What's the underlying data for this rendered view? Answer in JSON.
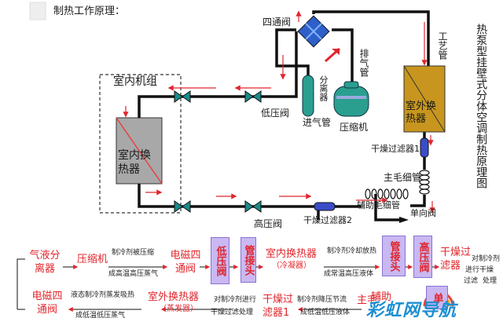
{
  "header": {
    "title": "制热工作原理："
  },
  "side_title": "热泵型挂壁式分体空调制热原理图",
  "upper": {
    "four_way_valve": "四通阀",
    "indoor_unit": "室内机组",
    "indoor_hx": "室内换热器",
    "outdoor_hx": "室外换热器",
    "low_pressure_valve": "低压阀",
    "high_pressure_valve": "高压阀",
    "discharge_pipe": "排气管",
    "separator": "分离器",
    "suction_pipe": "进气管",
    "compressor": "压缩机",
    "process_pipe": "工艺管",
    "dryer_filter_1": "干燥过滤器1",
    "dryer_filter_2": "干燥过滤器2",
    "capillary": "主毛细管",
    "check_valve": "单向阀",
    "aux_capillary": "辅助毛细管"
  },
  "flow": {
    "row1": {
      "gas_liquid_separator": "气液分离器",
      "compressor": "压缩机",
      "em_valve": "电磁四通阀",
      "lp_valve": "低压阀",
      "fitting_a": "管接头",
      "indoor_hx": "室内换热器",
      "indoor_hx_sub": "（冷凝器）",
      "fitting_b": "管接头",
      "hp_valve": "高压阀",
      "dryer": "干燥过滤器",
      "note_1a": "制冷剂被压缩",
      "note_1b": "成高温高压蒸气",
      "note_2a": "制冷剂冷却放热",
      "note_2b": "成常温高压液体",
      "note_3a": "对制冷剂",
      "note_3b": "进行干燥",
      "note_3c": "过滤",
      "note_3d": "处理"
    },
    "row2": {
      "em_valve": "电磁四通阀",
      "outdoor_hx": "室外换热器",
      "outdoor_hx_sub": "（蒸发器）",
      "dryer": "干燥过滤器1",
      "aux_cap": "辅助",
      "main_cap_partial": "主毛",
      "check_partial": "单",
      "note_4a": "液态制冷剂蒸发吸热",
      "note_4b": "成低温低压蒸气",
      "note_5a": "对制冷剂进行",
      "note_5b": "干燥过滤处理",
      "note_6a": "制冷剂降压节流",
      "note_6b": "成低温低压液体"
    }
  },
  "watermark": "彩虹网导航",
  "colors": {
    "pipe": "#111111",
    "flow_arrow": "#e0262c",
    "valve": "#1b8a8a",
    "indoor_hx": "#a8a8a8",
    "outdoor_hx": "#c8961e",
    "compressor": "#2a9f8f",
    "four_way": "#2f5fc8",
    "filter": "#3a4cc8",
    "flow_box": "#c9b8f2",
    "watermark": "#1e8fd0"
  }
}
